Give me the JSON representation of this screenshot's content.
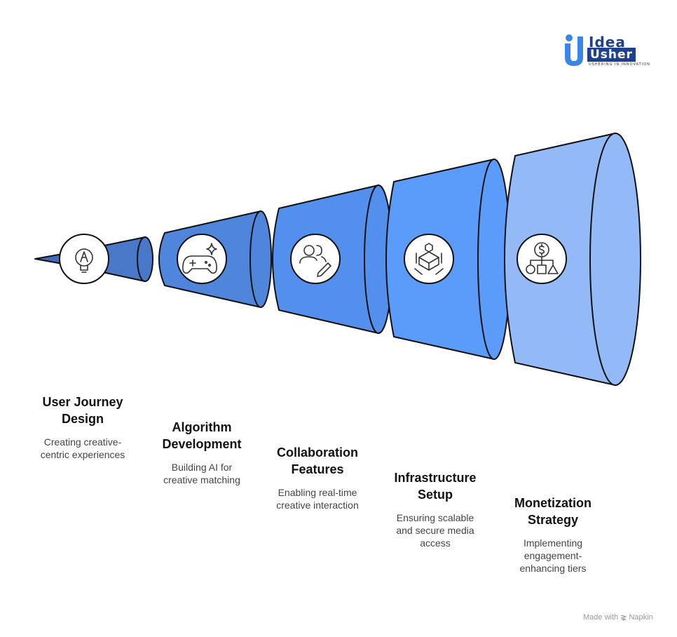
{
  "logo": {
    "word1": "Idea",
    "word2": "Usher",
    "tagline": "USHERING IN INNOVATION"
  },
  "steps": [
    {
      "title": "User Journey Design",
      "description": "Creating creative-centric experiences",
      "icon": "pencil-idea-icon",
      "color": "#4a78c8"
    },
    {
      "title": "Algorithm Development",
      "description": "Building AI for creative matching",
      "icon": "game-controller-sparkle-icon",
      "color": "#4f86dc"
    },
    {
      "title": "Collaboration Features",
      "description": "Enabling real-time creative interaction",
      "icon": "users-edit-icon",
      "color": "#5390ee"
    },
    {
      "title": "Infrastructure Setup",
      "description": "Ensuring scalable and secure media access",
      "icon": "network-box-icon",
      "color": "#5b9cfa"
    },
    {
      "title": "Monetization Strategy",
      "description": "Implementing engagement-enhancing tiers",
      "icon": "money-shapes-icon",
      "color": "#93b9f7"
    }
  ],
  "footer": {
    "made_with": "Made with",
    "brand": "Napkin"
  }
}
